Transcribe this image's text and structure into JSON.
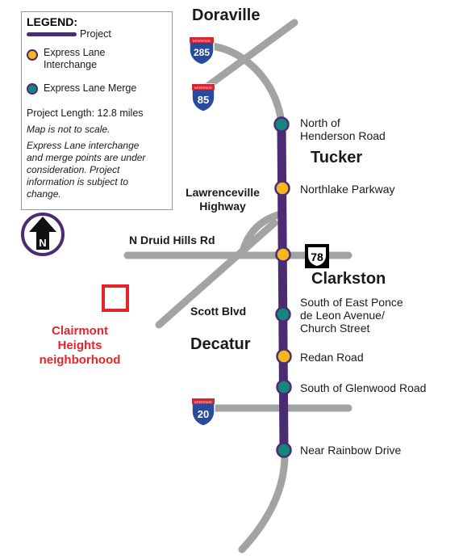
{
  "cities": {
    "doraville": "Doraville",
    "tucker": "Tucker",
    "clarkston": "Clarkston",
    "decatur": "Decatur"
  },
  "roads": {
    "lawrenceville_1": "Lawrenceville",
    "lawrenceville_2": "Highway",
    "n_druid_hills": "N Druid Hills Rd",
    "scott_blvd": "Scott Blvd"
  },
  "shields": {
    "i285": "285",
    "i85": "85",
    "us78": "78",
    "i20": "20",
    "interstate_tag": "INTERSTATE"
  },
  "stops": [
    {
      "type": "merge",
      "lines": [
        "North of",
        "Henderson Road"
      ]
    },
    {
      "type": "interchange",
      "lines": [
        "Northlake Parkway"
      ]
    },
    {
      "type": "interchange",
      "lines": [
        ""
      ]
    },
    {
      "type": "merge",
      "lines": [
        "South of East Ponce",
        "de Leon Avenue/",
        "Church Street"
      ]
    },
    {
      "type": "interchange",
      "lines": [
        "Redan Road"
      ]
    },
    {
      "type": "merge",
      "lines": [
        "South of Glenwood Road"
      ]
    },
    {
      "type": "merge",
      "lines": [
        "Near Rainbow Drive"
      ]
    }
  ],
  "legend": {
    "title": "LEGEND:",
    "project": "Project",
    "interchange_1": "Express Lane",
    "interchange_2": "Interchange",
    "merge": "Express Lane Merge",
    "length": "Project Length: 12.8 miles",
    "scale_note": "Map is not to scale.",
    "disclaimer": [
      "Express Lane interchange",
      "and merge points are under",
      "consideration. Project",
      "information is subject to",
      "change."
    ]
  },
  "north_arrow": "N",
  "neighborhood": {
    "line1": "Clairmont",
    "line2": "Heights",
    "line3": "neighborhood"
  },
  "colors": {
    "project": "#4b2c73",
    "road": "#a3a3a3",
    "interchange": "#f5b81c",
    "merge": "#15867e",
    "neighborhood": "#e8242b",
    "shield_blue": "#2a4a9c",
    "shield_red": "#d62631"
  }
}
